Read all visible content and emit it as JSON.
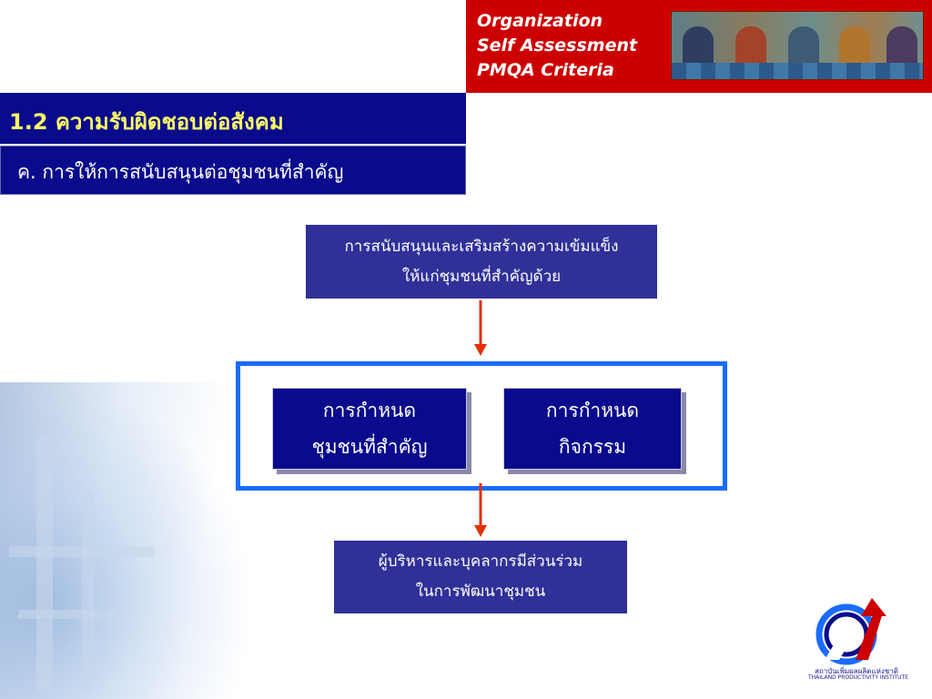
{
  "header": {
    "title": "Organization\nSelf  Assessment\nPMQA  Criteria"
  },
  "section": {
    "title": "1.2 ความรับผิดชอบต่อสังคม",
    "subtitle": "ค. การให้การสนับสนุนต่อชุมชนที่สำคัญ"
  },
  "diagram": {
    "top_box": "การสนับสนุนและเสริมสร้างความเข้มแข็ง\nให้แก่ชุมชนที่สำคัญด้วย",
    "inner_left": "การกำหนด\nชุมชนที่สำคัญ",
    "inner_right": "การกำหนด\nกิจกรรม",
    "bottom_box": "ผู้บริหารและบุคลากรมีส่วนร่วม\nในการพัฒนาชุมชน"
  },
  "logo": {
    "name_th": "สถาบันเพิ่มผลผลิตแห่งชาติ",
    "name_en": "THAILAND PRODUCTIVITY INSTITUTE"
  },
  "colors": {
    "header_red": "#cc0000",
    "navy": "#0a0a8c",
    "box_blue": "#303098",
    "frame_blue": "#1a6cff",
    "arrow_red": "#e03000",
    "title_yellow": "#ffff66"
  }
}
